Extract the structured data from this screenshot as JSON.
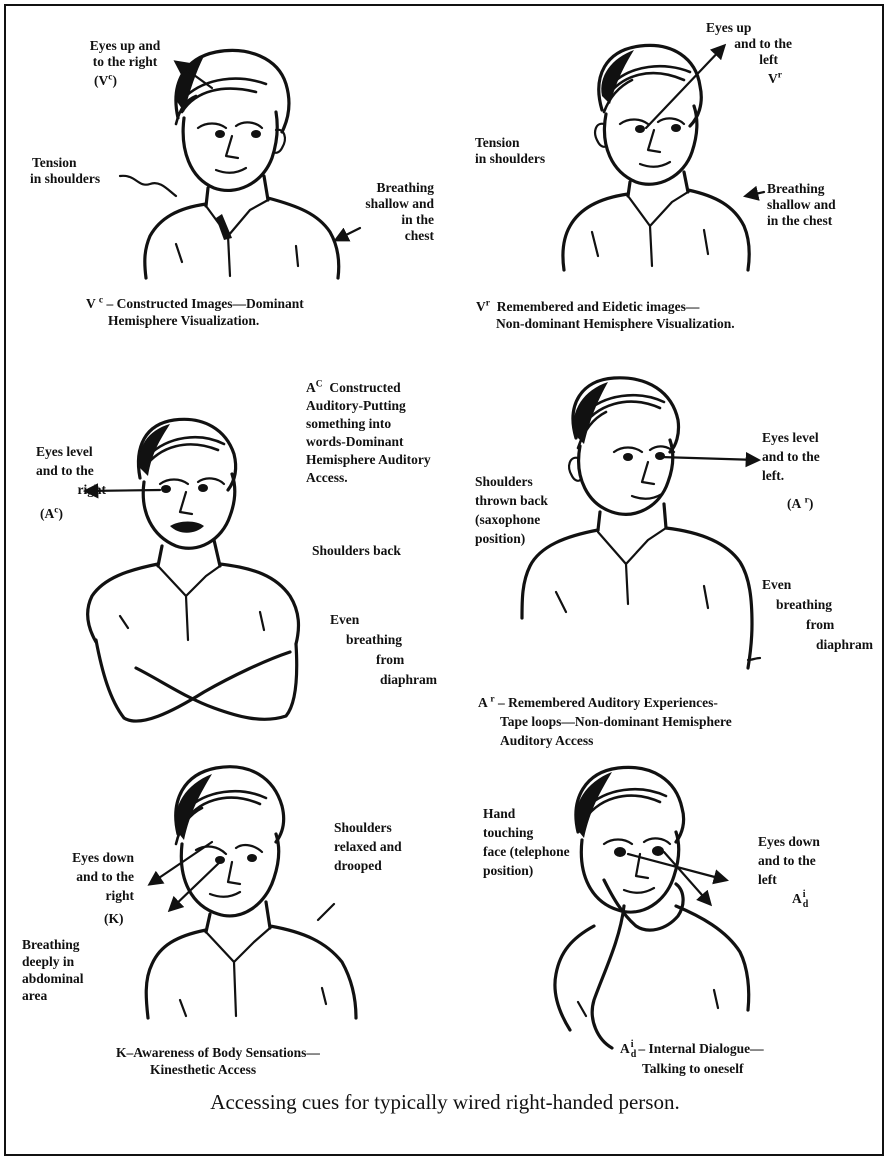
{
  "panels": {
    "vc": {
      "eyes_lines": [
        "Eyes up and",
        "to the right"
      ],
      "symbol": "V",
      "symbol_sup": "c",
      "tension_lines": [
        "Tension",
        "in shoulders"
      ],
      "breathing_lines": [
        "Breathing",
        "shallow and",
        "in the",
        "chest"
      ],
      "caption_symbol": "V",
      "caption_sup": "c",
      "caption_line1": "– Constructed Images—Dominant",
      "caption_line2": "Hemisphere Visualization."
    },
    "vr": {
      "eyes_lines": [
        "Eyes up",
        "and to the",
        "left"
      ],
      "symbol": "V",
      "symbol_sup": "r",
      "tension_lines": [
        "Tension",
        "in shoulders"
      ],
      "breathing_lines": [
        "Breathing",
        "shallow and",
        "in the chest"
      ],
      "caption_symbol": "V",
      "caption_sup": "r",
      "caption_line1": "Remembered and Eidetic images—",
      "caption_line2": "Non-dominant Hemisphere Visualization."
    },
    "ac": {
      "description_symbol": "A",
      "description_sup": "C",
      "description_lines": [
        "Constructed",
        "Auditory-Putting",
        "something into",
        "words-Dominant",
        "Hemisphere Auditory",
        "Access."
      ],
      "eyes_lines": [
        "Eyes level",
        "and to the",
        "right"
      ],
      "symbol": "A",
      "symbol_sup": "c",
      "shoulders_text": "Shoulders back",
      "breathing_lines": [
        "Even",
        "breathing",
        "from",
        "diaphram"
      ]
    },
    "ar": {
      "eyes_lines": [
        "Eyes level",
        "and to the",
        "left."
      ],
      "symbol": "A",
      "symbol_sup": "r",
      "shoulders_lines": [
        "Shoulders",
        "thrown back",
        "(saxophone",
        "position)"
      ],
      "breathing_lines": [
        "Even",
        "breathing",
        "from",
        "diaphram"
      ],
      "caption_symbol": "A",
      "caption_sup": "r",
      "caption_line1": "– Remembered Auditory Experiences-",
      "caption_line2": "Tape loops—Non-dominant Hemisphere",
      "caption_line3": "Auditory Access"
    },
    "k": {
      "eyes_lines": [
        "Eyes down",
        "and to the",
        "right"
      ],
      "symbol": "(K)",
      "shoulders_lines": [
        "Shoulders",
        "relaxed and",
        "drooped"
      ],
      "breathing_lines": [
        "Breathing",
        "deeply in",
        "abdominal",
        "area"
      ],
      "caption_line1": "K–Awareness of Body Sensations—",
      "caption_line2": "Kinesthetic Access"
    },
    "ad": {
      "hand_lines": [
        "Hand",
        "touching",
        "face (telephone",
        "position)"
      ],
      "eyes_lines": [
        "Eyes down",
        "and to the",
        "left"
      ],
      "symbol": "A",
      "symbol_sup": "i",
      "symbol_sub": "d",
      "caption_symbol": "A",
      "caption_sup": "i",
      "caption_sub": "d",
      "caption_line1": "– Internal Dialogue—",
      "caption_line2": "Talking to oneself"
    }
  },
  "footer_caption": "Accessing cues for typically wired right-handed person."
}
